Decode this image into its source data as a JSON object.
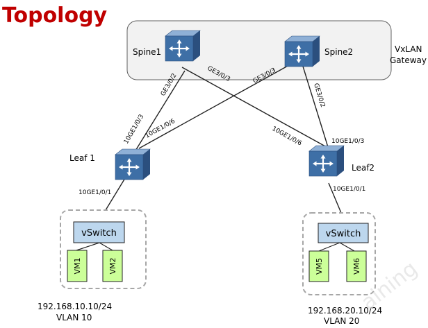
{
  "title": "Topology",
  "gateway": {
    "line1": "VxLAN",
    "line2": "Gateway"
  },
  "spines": [
    {
      "name": "Spine1"
    },
    {
      "name": "Spine2"
    }
  ],
  "leaves": [
    {
      "name": "Leaf 1"
    },
    {
      "name": "Leaf2"
    }
  ],
  "ports": {
    "spine1_to_leaf1": "GE3/0/2",
    "spine1_to_leaf2": "GE3/0/3",
    "spine2_to_leaf1": "GE3/0/3",
    "spine2_to_leaf2": "GE3/0/2",
    "leaf1_up_a": "10GE1/0/3",
    "leaf1_up_b": "10GE1/0/6",
    "leaf1_down": "10GE1/0/1",
    "leaf2_up_a": "10GE1/0/6",
    "leaf2_up_b": "10GE1/0/3",
    "leaf2_down": "10GE1/0/1"
  },
  "hosts": [
    {
      "vswitch": "vSwitch",
      "vms": [
        "VM1",
        "VM2"
      ],
      "ip": "192.168.10.10/24",
      "vlan": "VLAN 10"
    },
    {
      "vswitch": "vSwitch",
      "vms": [
        "VM5",
        "VM6"
      ],
      "ip": "192.168.20.10/24",
      "vlan": "VLAN 20"
    }
  ],
  "watermark": "aining",
  "colors": {
    "title": "#c00000",
    "router_front": "#3e6fa6",
    "router_top": "#8fb0d6",
    "router_side": "#2b4f7e",
    "vswitch_fill": "#bdd7ee",
    "vm_fill": "#ccff99",
    "spine_box": "#f2f2f2"
  }
}
